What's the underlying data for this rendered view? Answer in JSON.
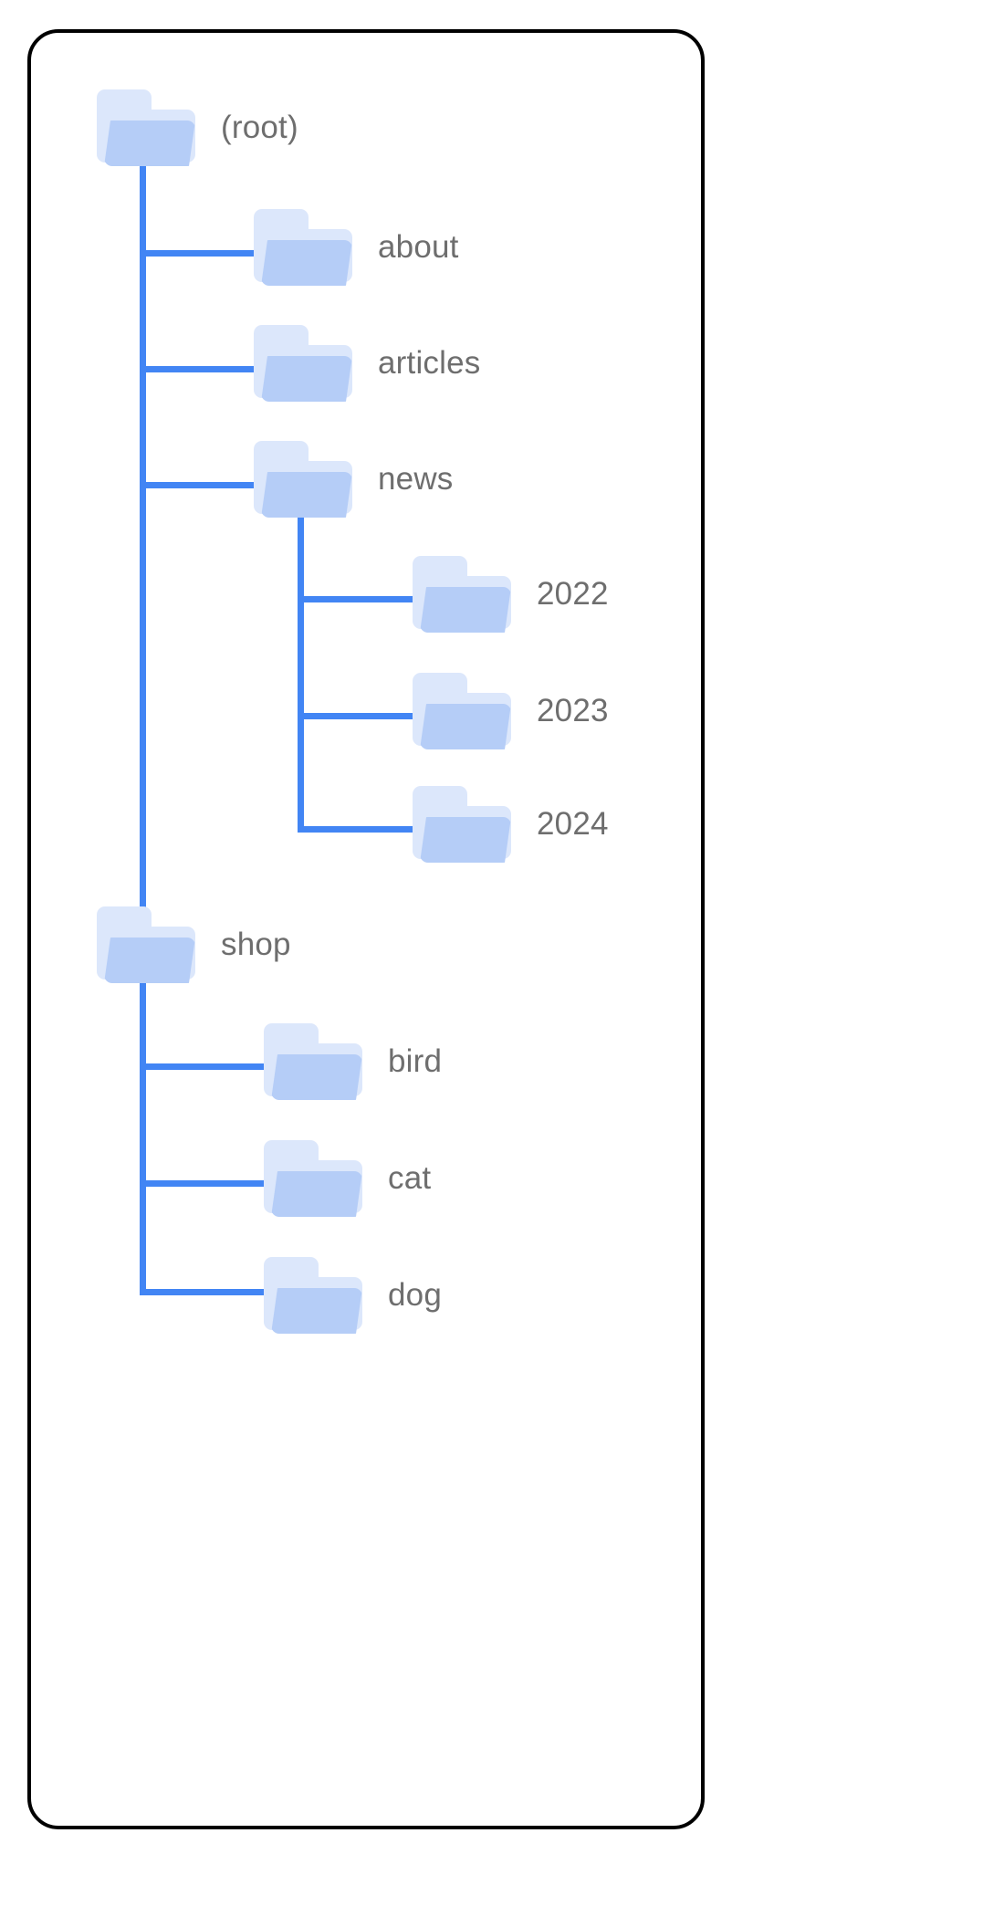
{
  "diagram": {
    "title": "folder-tree",
    "kind": "file-tree",
    "colors": {
      "line": "#4285f4",
      "folder_front": "#b5cdf7",
      "folder_back": "#dce7fb",
      "label": "#6e6e6e",
      "card_border": "#000000",
      "background": "#ffffff"
    },
    "root": {
      "label": "(root)",
      "children": [
        {
          "label": "about",
          "children": []
        },
        {
          "label": "articles",
          "children": []
        },
        {
          "label": "news",
          "children": [
            {
              "label": "2022",
              "children": []
            },
            {
              "label": "2023",
              "children": []
            },
            {
              "label": "2024",
              "children": []
            }
          ]
        },
        {
          "label": "shop",
          "children": [
            {
              "label": "bird",
              "children": []
            },
            {
              "label": "cat",
              "children": []
            },
            {
              "label": "dog",
              "children": []
            }
          ]
        }
      ]
    },
    "nodes": {
      "root": {
        "label": "(root)"
      },
      "about": {
        "label": "about"
      },
      "articles": {
        "label": "articles"
      },
      "news": {
        "label": "news"
      },
      "y2022": {
        "label": "2022"
      },
      "y2023": {
        "label": "2023"
      },
      "y2024": {
        "label": "2024"
      },
      "shop": {
        "label": "shop"
      },
      "bird": {
        "label": "bird"
      },
      "cat": {
        "label": "cat"
      },
      "dog": {
        "label": "dog"
      }
    }
  }
}
